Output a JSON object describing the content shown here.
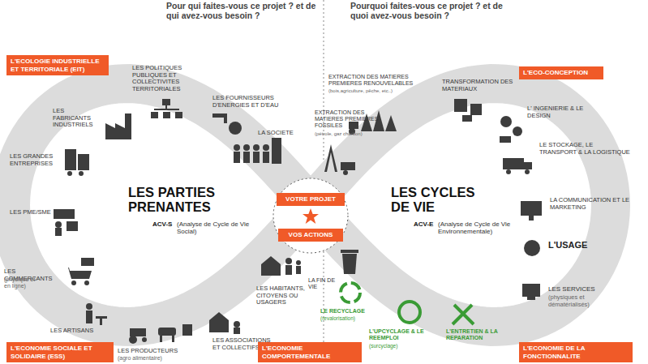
{
  "diagram": {
    "nodes": [
      {
        "text": [
          "L'ECOLOGIE INDUSTRIELLE ET TERRITORIALE (EIT)"
        ]
      },
      {
        "text": [
          "L'ECO-CONCEPTION"
        ]
      },
      {
        "text": [
          "VOTRE PROJET"
        ]
      },
      {
        "text": [
          "VOS ACTIONS"
        ]
      },
      {
        "text": [
          "L'ECONOMIE SOCIALE ET SOLIDAIRE (ESS)"
        ]
      },
      {
        "text": [
          "L'ECONOMIE COMPORTEMENTALE"
        ]
      },
      {
        "text": [
          "L'ECONOMIE DE LA FONCTIONNALITE"
        ]
      }
    ],
    "labels": [
      "Pour qui faites-vous ce projet ? et de qui avez-vous besoin ?",
      "Pourquoi faites-vous ce projet ? et de quoi avez-vous besoin ?",
      "LES PARTIES PRENANTES",
      "ACV-S",
      "(Analyse de Cycle de Vie Social)",
      "LES CYCLES DE VIE",
      "ACV-E",
      "(Analyse de Cycle de Vie Environnementale)",
      "LES POLITIQUES PUBLIQUES ET COLLECTIVITES TERRITORIALES",
      "LES FOURNISSEURS D'ENERGIES ET D'EAU",
      "LES FABRICANTS INDUSTRIELS",
      "LA SOCIETE",
      "LES GRANDES ENTREPRISES",
      "LES PME/SME",
      "LES COMMERCANTS",
      "(physique et en ligne)",
      "LES ARTISANS",
      "LES PRODUCTEURS",
      "(agro alimentaire)",
      "LES ASSOCIATIONS ET COLLECTIFS",
      "LES HABITANTS, CITOYENS OU USAGERS",
      "EXTRACTION DES MATIERES PREMIERES RENOUVELABLES",
      "(bois,agriculture, pêche, etc..)",
      "TRANSFORMATION DES MATERIAUX",
      "EXTRACTION DES MATIERES PREMIERES FOSSILES",
      "(pétrole, gaz charbon)",
      "L' INGENIERIE & LE DESIGN",
      "LE STOCKAGE, LE TRANSPORT & LA LOGISTIQUE",
      "LA COMMUNICATION ET LE MARKETING",
      "L'USAGE",
      "LES SERVICES",
      "(physiques et dématérialisés)",
      "LA FIN DE VIE",
      "LE RECYCLAGE",
      "(revalorisation)",
      "L'UPCYCLAGE & LE REEMPLOI",
      "(surcyclage)",
      "L'ENTRETIEN & LA REPARATION"
    ]
  }
}
